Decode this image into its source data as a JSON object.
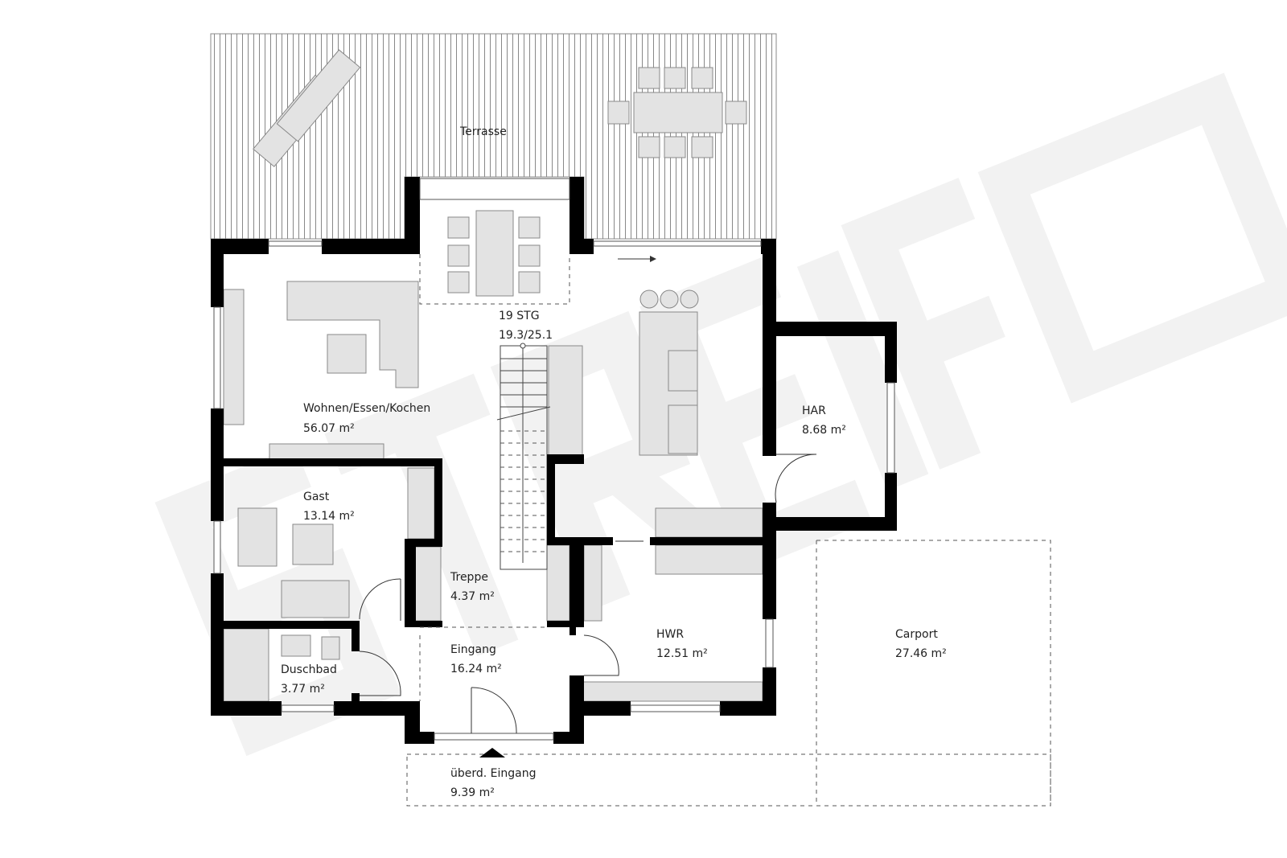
{
  "watermark": "STREIF",
  "rooms": {
    "terrasse": {
      "name": "Terrasse"
    },
    "stair_info": {
      "steps": "19 STG",
      "ratio": "19.3/25.1"
    },
    "wohnen": {
      "name": "Wohnen/Essen/Kochen",
      "area": "56.07 m²"
    },
    "har": {
      "name": "HAR",
      "area": "8.68 m²"
    },
    "gast": {
      "name": "Gast",
      "area": "13.14 m²"
    },
    "treppe": {
      "name": "Treppe",
      "area": "4.37 m²"
    },
    "eingang": {
      "name": "Eingang",
      "area": "16.24 m²"
    },
    "hwr": {
      "name": "HWR",
      "area": "12.51 m²"
    },
    "duschbad": {
      "name": "Duschbad",
      "area": "3.77 m²"
    },
    "carport": {
      "name": "Carport",
      "area": "27.46 m²"
    },
    "ueberd_eingang": {
      "name": "überd. Eingang",
      "area": "9.39 m²"
    }
  },
  "colors": {
    "wall": "#000000",
    "furniture": "#e3e3e3",
    "watermark": "#f2f2f2"
  }
}
